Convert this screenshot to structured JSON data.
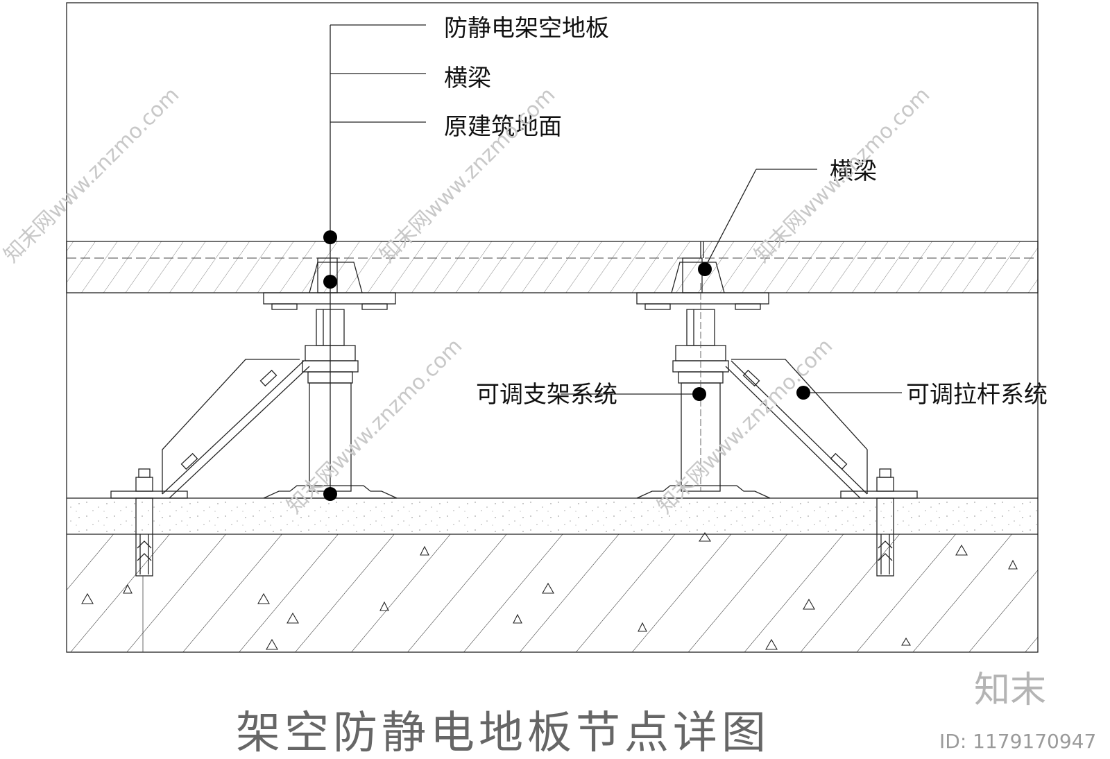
{
  "drawing_title": "架空防静电地板节点详图",
  "labels": {
    "floor_panel": "防静电架空地板",
    "beam_left": "横梁",
    "original_floor": "原建筑地面",
    "beam_right": "横梁",
    "adjustable_support": "可调支架系统",
    "adjustable_tie_rod": "可调拉杆系统"
  },
  "watermark": {
    "text": "知末网www.znzmo.com",
    "brand": "知末",
    "id_text": "ID: 1179170947"
  },
  "colors": {
    "line": "#222222",
    "title": "#666666",
    "watermark": "#c8c8c8"
  }
}
